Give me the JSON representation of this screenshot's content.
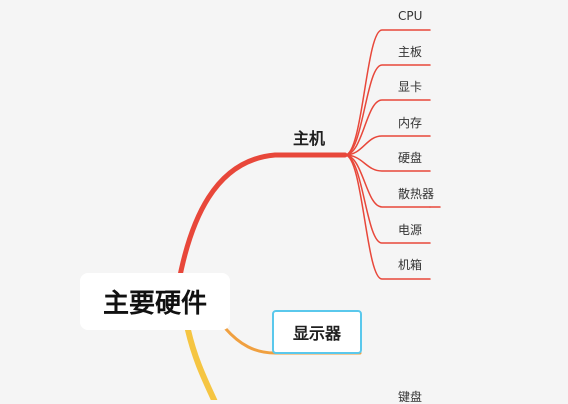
{
  "root": {
    "label": "主要硬件"
  },
  "branches": [
    {
      "label": "主机",
      "color": "#e8473a",
      "children": [
        "CPU",
        "主板",
        "显卡",
        "内存",
        "硬盘",
        "散热器",
        "电源",
        "机箱"
      ]
    },
    {
      "label": "显示器",
      "color": "#f0a040",
      "border_color": "#5ac8ec"
    },
    {
      "label": "",
      "color": "#f5c542",
      "children": [
        "键盘"
      ]
    }
  ],
  "colors": {
    "background": "#f5f5f5",
    "branch_main": "#e8473a",
    "branch_display": "#f0a040",
    "branch_bottom": "#f5c542",
    "highlight_border": "#5ac8ec"
  }
}
